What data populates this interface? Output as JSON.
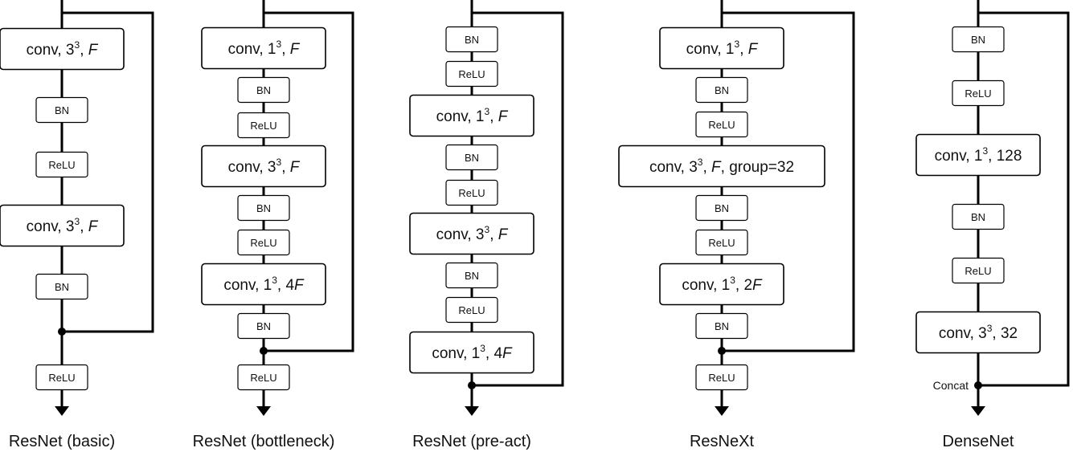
{
  "columns": [
    {
      "caption": "ResNet (basic)",
      "blocks": [
        {
          "kind": "conv",
          "text": "conv, 3",
          "sup": "3",
          "suffix": ", ",
          "italic": "F"
        },
        {
          "kind": "op",
          "text": "BN"
        },
        {
          "kind": "op",
          "text": "ReLU"
        },
        {
          "kind": "conv",
          "text": "conv, 3",
          "sup": "3",
          "suffix": ", ",
          "italic": "F"
        },
        {
          "kind": "op",
          "text": "BN"
        },
        {
          "kind": "op",
          "text": "ReLU"
        }
      ],
      "merge_label": ""
    },
    {
      "caption": "ResNet (bottleneck)",
      "blocks": [
        {
          "kind": "conv",
          "text": "conv, 1",
          "sup": "3",
          "suffix": ", ",
          "italic": "F"
        },
        {
          "kind": "op",
          "text": "BN"
        },
        {
          "kind": "op",
          "text": "ReLU"
        },
        {
          "kind": "conv",
          "text": "conv, 3",
          "sup": "3",
          "suffix": ", ",
          "italic": "F"
        },
        {
          "kind": "op",
          "text": "BN"
        },
        {
          "kind": "op",
          "text": "ReLU"
        },
        {
          "kind": "conv",
          "text": "conv, 1",
          "sup": "3",
          "suffix": ", 4",
          "italic": "F"
        },
        {
          "kind": "op",
          "text": "BN"
        },
        {
          "kind": "op",
          "text": "ReLU"
        }
      ],
      "merge_label": ""
    },
    {
      "caption": "ResNet (pre-act)",
      "blocks": [
        {
          "kind": "op",
          "text": "BN"
        },
        {
          "kind": "op",
          "text": "ReLU"
        },
        {
          "kind": "conv",
          "text": "conv, 1",
          "sup": "3",
          "suffix": ", ",
          "italic": "F"
        },
        {
          "kind": "op",
          "text": "BN"
        },
        {
          "kind": "op",
          "text": "ReLU"
        },
        {
          "kind": "conv",
          "text": "conv, 3",
          "sup": "3",
          "suffix": ", ",
          "italic": "F"
        },
        {
          "kind": "op",
          "text": "BN"
        },
        {
          "kind": "op",
          "text": "ReLU"
        },
        {
          "kind": "conv",
          "text": "conv, 1",
          "sup": "3",
          "suffix": ", 4",
          "italic": "F"
        }
      ],
      "merge_label": ""
    },
    {
      "caption": "ResNeXt",
      "blocks": [
        {
          "kind": "conv",
          "text": "conv, 1",
          "sup": "3",
          "suffix": ", ",
          "italic": "F"
        },
        {
          "kind": "op",
          "text": "BN"
        },
        {
          "kind": "op",
          "text": "ReLU"
        },
        {
          "kind": "conv",
          "text": "conv, 3",
          "sup": "3",
          "suffix": ", ",
          "italic": "F",
          "after": ", group=32"
        },
        {
          "kind": "op",
          "text": "BN"
        },
        {
          "kind": "op",
          "text": "ReLU"
        },
        {
          "kind": "conv",
          "text": "conv, 1",
          "sup": "3",
          "suffix": ", 2",
          "italic": "F"
        },
        {
          "kind": "op",
          "text": "BN"
        },
        {
          "kind": "op",
          "text": "ReLU"
        }
      ],
      "merge_label": ""
    },
    {
      "caption": "DenseNet",
      "blocks": [
        {
          "kind": "op",
          "text": "BN"
        },
        {
          "kind": "op",
          "text": "ReLU"
        },
        {
          "kind": "conv",
          "text": "conv, 1",
          "sup": "3",
          "suffix": ", 128",
          "italic": ""
        },
        {
          "kind": "op",
          "text": "BN"
        },
        {
          "kind": "op",
          "text": "ReLU"
        },
        {
          "kind": "conv",
          "text": "conv, 3",
          "sup": "3",
          "suffix": ", 32",
          "italic": ""
        }
      ],
      "merge_label": "Concat"
    }
  ]
}
